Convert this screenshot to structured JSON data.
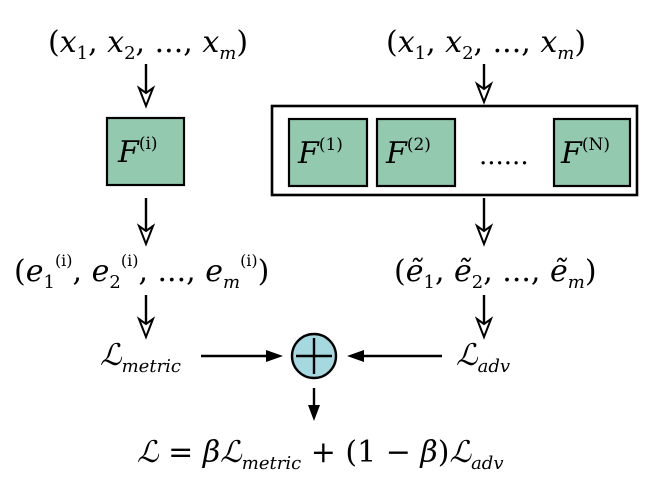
{
  "left_branch": {
    "input": {
      "open": "(",
      "x1": "x",
      "s1": "1",
      "c1": ", ",
      "x2": "x",
      "s2": "2",
      "c2": ", ..., ",
      "xm": "x",
      "sm": "m",
      "close": ")"
    },
    "model": {
      "F": "F",
      "sup": "(i)"
    },
    "embeddings": {
      "open": "(",
      "e1": "e",
      "s1": "1",
      "sup1": "(i)",
      "c1": ", ",
      "e2": "e",
      "s2": "2",
      "sup2": "(i)",
      "c2": ", ..., ",
      "em": "e",
      "sm": "m",
      "supm": "(i)",
      "close": ")"
    },
    "loss": {
      "L": "ℒ",
      "sub": "metric"
    }
  },
  "right_branch": {
    "input": {
      "open": "(",
      "x1": "x",
      "s1": "1",
      "c1": ", ",
      "x2": "x",
      "s2": "2",
      "c2": ", ..., ",
      "xm": "x",
      "sm": "m",
      "close": ")"
    },
    "models": [
      {
        "F": "F",
        "sup": "(1)"
      },
      {
        "F": "F",
        "sup": "(2)"
      },
      {
        "F": "F",
        "sup": "(N)"
      }
    ],
    "ellipsis": "......",
    "embeddings": {
      "open": "(",
      "e1": "ẽ",
      "s1": "1",
      "c1": ", ",
      "e2": "ẽ",
      "s2": "2",
      "c2": ", ..., ",
      "em": "ẽ",
      "sm": "m",
      "close": ")"
    },
    "loss": {
      "L": "ℒ",
      "sub": "adv"
    }
  },
  "combine": {
    "symbol": "+",
    "fill_color": "#a6d8e0"
  },
  "total_loss": {
    "L": "ℒ",
    "eq": " = ",
    "beta1": "β",
    "L1": "ℒ",
    "sub1": "metric",
    "plus": " + ",
    "paren_open": "(1 − ",
    "beta2": "β",
    "paren_close": ")",
    "L2": "ℒ",
    "sub2": "adv"
  },
  "colors": {
    "model_box": "#93c9ae",
    "plus_circle": "#a6d8e0"
  }
}
